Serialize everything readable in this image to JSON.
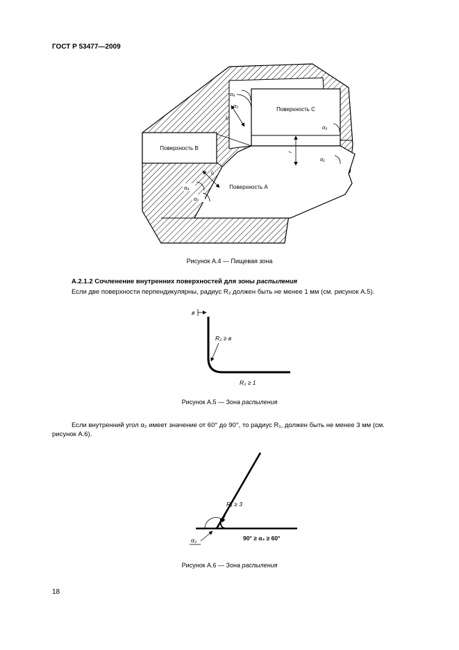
{
  "page": {
    "header": "ГОСТ Р 53477—2009",
    "page_number": "18"
  },
  "section": {
    "heading_prefix": "А.2.1.2 Сочленение внутренних поверхностей для зоны ",
    "heading_emphasis": "распыления",
    "para1": "Если две поверхности перпендикулярны, радиус R₂ должен быть не менее 1 мм (см. рисунок А.5).",
    "para2": "Если внутренний угол α₂ имеет значение от 60° до 90°, то радиус R₁, должен быть не менее 3 мм (см. рисунок А.6)."
  },
  "figure_a4": {
    "caption": "Рисунок А.4 — Пищевая зона",
    "surface_a": "Поверхность A",
    "surface_b": "Поверхность B",
    "surface_c": "Поверхность C",
    "angle_top_upper": "α₄",
    "angle_top_lower": "α₃",
    "angle_right_upper": "α₃",
    "angle_right_lower": "α₁",
    "angle_left_upper": "α₄",
    "angle_left_lower": "α₂",
    "dim_l1_top": "l₁",
    "dim_l1_bottom": "l₁",
    "dim_r": "r"
  },
  "figure_a5": {
    "caption_prefix": "Рисунок А.5 — Зона ",
    "caption_emphasis": "распыления",
    "dim_thickness": "в",
    "label_radius_wall": "R₂ ≥ в",
    "label_radius_min": "R₂ ≥ 1"
  },
  "figure_a6": {
    "caption_prefix": "Рисунок А.6 — Зона ",
    "caption_emphasis": "распыления",
    "label_radius_min": "R₁ ≥ 3",
    "label_angle": "α₂",
    "label_angle_range": "90° ≥ α₂ ≥ 60°"
  }
}
